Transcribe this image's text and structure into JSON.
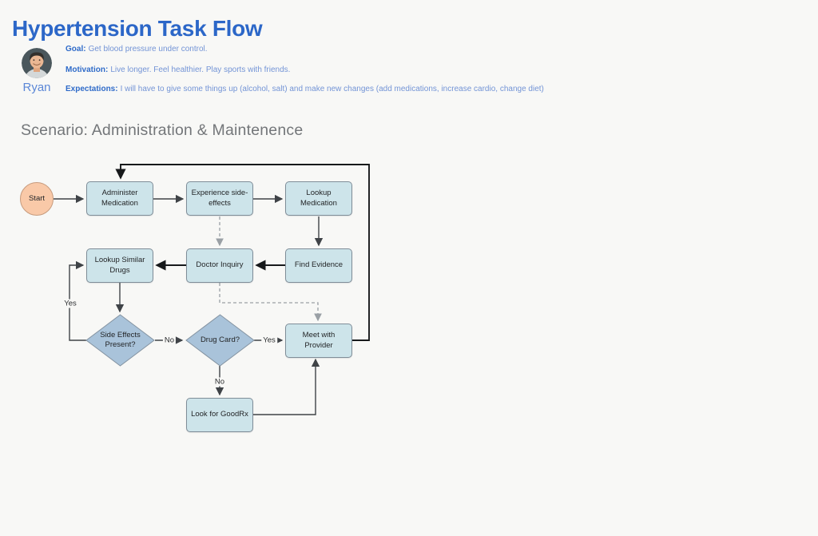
{
  "page": {
    "background": "#f8f8f6"
  },
  "header": {
    "title": "Hypertension Task Flow",
    "persona": {
      "name": "Ryan",
      "avatar": "ryan-portrait-photo",
      "lines": [
        {
          "label": "Goal:",
          "text": "Get blood pressure under control."
        },
        {
          "label": "Motivation:",
          "text": "Live longer. Feel healthier. Play sports with friends."
        },
        {
          "label": "Expectations:",
          "text": "I will have to give some things up (alcohol, salt) and make new changes (add medications, increase cardio, change diet)"
        }
      ]
    }
  },
  "scenario_heading": "Scenario: Administration & Maintenence",
  "flowchart": {
    "nodes": [
      {
        "id": "start",
        "label": "Start",
        "shape": "circle"
      },
      {
        "id": "administer-medication",
        "label": "Administer Medication",
        "shape": "rect"
      },
      {
        "id": "experience-side-effects",
        "label": "Experience side-effects",
        "shape": "rect"
      },
      {
        "id": "lookup-medication",
        "label": "Lookup Medication",
        "shape": "rect"
      },
      {
        "id": "lookup-similar-drugs",
        "label": "Lookup Similar Drugs",
        "shape": "rect"
      },
      {
        "id": "doctor-inquiry",
        "label": "Doctor Inquiry",
        "shape": "rect"
      },
      {
        "id": "find-evidence",
        "label": "Find Evidence",
        "shape": "rect"
      },
      {
        "id": "side-effects-present",
        "label": "Side Effects Present?",
        "shape": "diamond"
      },
      {
        "id": "drug-card",
        "label": "Drug Card?",
        "shape": "diamond"
      },
      {
        "id": "meet-with-provider",
        "label": "Meet with Provider",
        "shape": "rect"
      },
      {
        "id": "look-for-goodrx",
        "label": "Look for GoodRx",
        "shape": "rect"
      }
    ],
    "edge_labels": [
      {
        "id": "yes-side-effects-loop",
        "text": "Yes"
      },
      {
        "id": "no-side-effects",
        "text": "No"
      },
      {
        "id": "yes-drug-card",
        "text": "Yes"
      },
      {
        "id": "no-drug-card",
        "text": "No"
      }
    ],
    "colors": {
      "box_fill": "#cde4ea",
      "box_border": "#7f8d98",
      "diamond_fill": "#a9c3da",
      "diamond_border": "#8493a1",
      "start_fill": "#f9c9a8",
      "start_border": "#c79b7d",
      "arrow": "#3f4347",
      "arrow_strong": "#17191b",
      "arrow_dashed": "#9aa0a5",
      "title_blue": "#2c67c8",
      "text_blue": "#7394d6",
      "heading_gray": "#737679"
    }
  }
}
